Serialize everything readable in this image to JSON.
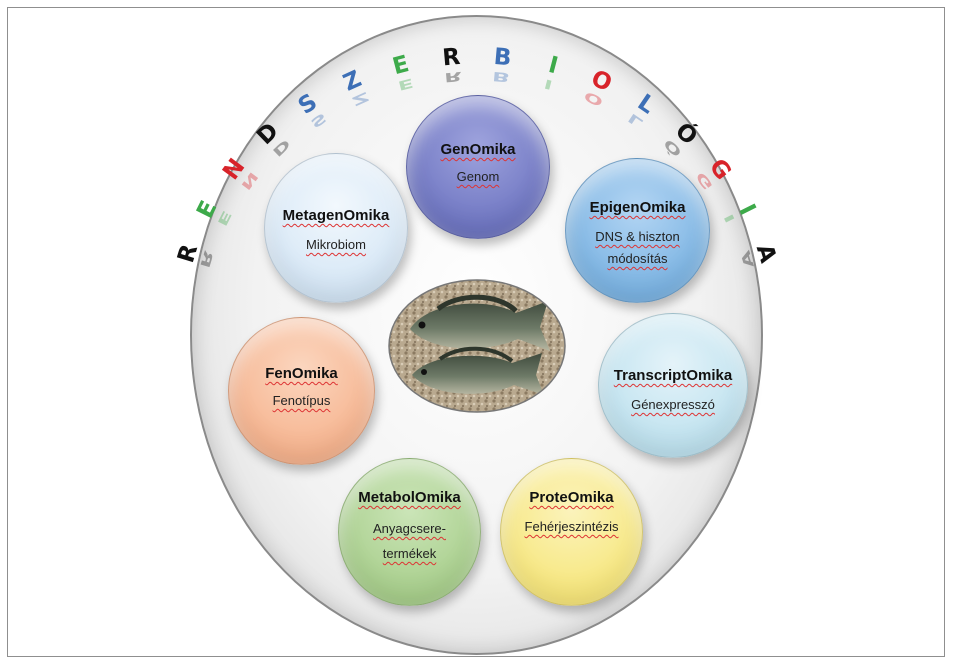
{
  "arc_title": {
    "letters": [
      {
        "ch": "R",
        "color": "#111111"
      },
      {
        "ch": "E",
        "color": "#3daa4a"
      },
      {
        "ch": "N",
        "color": "#d8232a"
      },
      {
        "ch": "D",
        "color": "#111111"
      },
      {
        "ch": "S",
        "color": "#3d6fb6"
      },
      {
        "ch": "Z",
        "color": "#3d6fb6"
      },
      {
        "ch": "E",
        "color": "#3daa4a"
      },
      {
        "ch": "R",
        "color": "#111111"
      },
      {
        "ch": "B",
        "color": "#3d6fb6"
      },
      {
        "ch": "I",
        "color": "#3daa4a"
      },
      {
        "ch": "O",
        "color": "#d8232a"
      },
      {
        "ch": "L",
        "color": "#3d6fb6"
      },
      {
        "ch": "Ó",
        "color": "#111111"
      },
      {
        "ch": "G",
        "color": "#d8232a"
      },
      {
        "ch": "I",
        "color": "#3daa4a"
      },
      {
        "ch": "A",
        "color": "#111111"
      }
    ]
  },
  "nodes": {
    "genomika": {
      "title": "GenOmika",
      "sub": "Genom",
      "color": "#6f76c2"
    },
    "epigenomika": {
      "title": "EpigenOmika",
      "sub1": "DNS & hiszton",
      "sub2": "módosítás",
      "color": "#7cb4e3"
    },
    "metagenomika": {
      "title": "MetagenOmika",
      "sub": "Mikrobiom",
      "color": "#d6e7f6"
    },
    "fenomika": {
      "title": "FenOmika",
      "sub": "Fenotípus",
      "color": "#f6b48f"
    },
    "transcriptomika": {
      "title": "TranscriptOmika",
      "sub": "Génexpresszó",
      "color": "#bfe2ef"
    },
    "metabolomika": {
      "title": "MetabolOmika",
      "sub1": "Anyagcsere-",
      "sub2": "termékek",
      "color": "#a9cf8d"
    },
    "proteomika": {
      "title": "ProteOmika",
      "sub": "Fehérjeszintézis",
      "color": "#f7e77e"
    }
  },
  "center_image": {
    "icon": "fish-photo"
  }
}
